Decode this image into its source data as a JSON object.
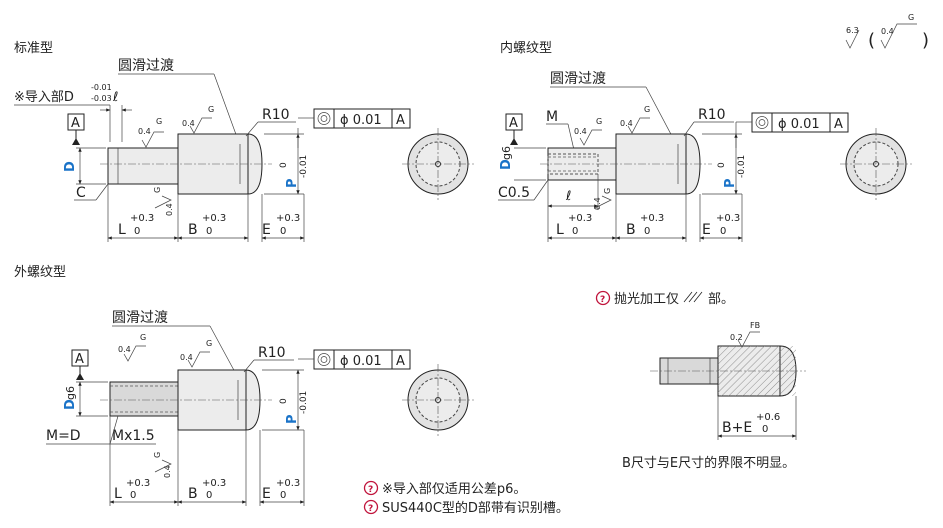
{
  "surface_symbol": {
    "general": "6.3",
    "alt": "0.4",
    "grade": "G",
    "paren_open": "(",
    "paren_close": ")"
  },
  "standard": {
    "title": "标准型",
    "smooth": "圆滑过渡",
    "lead_note": "※导入部D",
    "lead_tol_upper": "-0.01",
    "lead_tol_lower": "-0.03",
    "ell": "ℓ",
    "r10": "R10",
    "tol_phi": "ϕ 0.01",
    "tol_ref": "A",
    "datum": "A",
    "d_label": "D",
    "c_label": "C",
    "rough_a": "0.4",
    "rough_a_g": "G",
    "rough_b": "0.4",
    "rough_b_g": "G",
    "rough_c": "0.4",
    "rough_c_g": "G",
    "p_label": "P",
    "p_tol_upper": "0",
    "p_tol_lower": "-0.01",
    "dims": [
      {
        "name": "L",
        "upper": "+0.3",
        "lower": "0"
      },
      {
        "name": "B",
        "upper": "+0.3",
        "lower": "0"
      },
      {
        "name": "E",
        "upper": "+0.3",
        "lower": "0"
      }
    ]
  },
  "internal": {
    "title": "内螺纹型",
    "smooth": "圆滑过渡",
    "m_label": "M",
    "ell": "ℓ",
    "r10": "R10",
    "tol_phi": "ϕ 0.01",
    "tol_ref": "A",
    "datum": "A",
    "d_label": "D",
    "d_fit": "g6",
    "c_label": "C0.5",
    "rough_a": "0.4",
    "rough_a_g": "G",
    "rough_b": "0.4",
    "rough_b_g": "G",
    "rough_c": "0.4",
    "rough_c_g": "G",
    "p_label": "P",
    "p_tol_upper": "0",
    "p_tol_lower": "-0.01",
    "dims": [
      {
        "name": "L",
        "upper": "+0.3",
        "lower": "0"
      },
      {
        "name": "B",
        "upper": "+0.3",
        "lower": "0"
      },
      {
        "name": "E",
        "upper": "+0.3",
        "lower": "0"
      }
    ]
  },
  "external": {
    "title": "外螺纹型",
    "smooth": "圆滑过渡",
    "r10": "R10",
    "tol_phi": "ϕ 0.01",
    "tol_ref": "A",
    "datum": "A",
    "d_label": "D",
    "d_fit": "g6",
    "m_eq": "M=D",
    "mx": "Mx1.5",
    "rough_a": "0.4",
    "rough_a_g": "G",
    "rough_b": "0.4",
    "rough_b_g": "G",
    "rough_c": "0.4",
    "rough_c_g": "G",
    "p_label": "P",
    "p_tol_upper": "0",
    "p_tol_lower": "-0.01",
    "dims": [
      {
        "name": "L",
        "upper": "+0.3",
        "lower": "0"
      },
      {
        "name": "B",
        "upper": "+0.3",
        "lower": "0"
      },
      {
        "name": "E",
        "upper": "+0.3",
        "lower": "0"
      }
    ]
  },
  "polish": {
    "note": "抛光加工仅",
    "note_tail": "部。",
    "rough": "0.2",
    "rough_grade": "FB",
    "dim_label": "B+E",
    "dim_upper": "+0.6",
    "dim_lower": "0",
    "caption": "B尺寸与E尺寸的界限不明显。"
  },
  "notes": [
    "※导入部仅适用公差p6。",
    "SUS440C型的D部带有识别槽。"
  ]
}
